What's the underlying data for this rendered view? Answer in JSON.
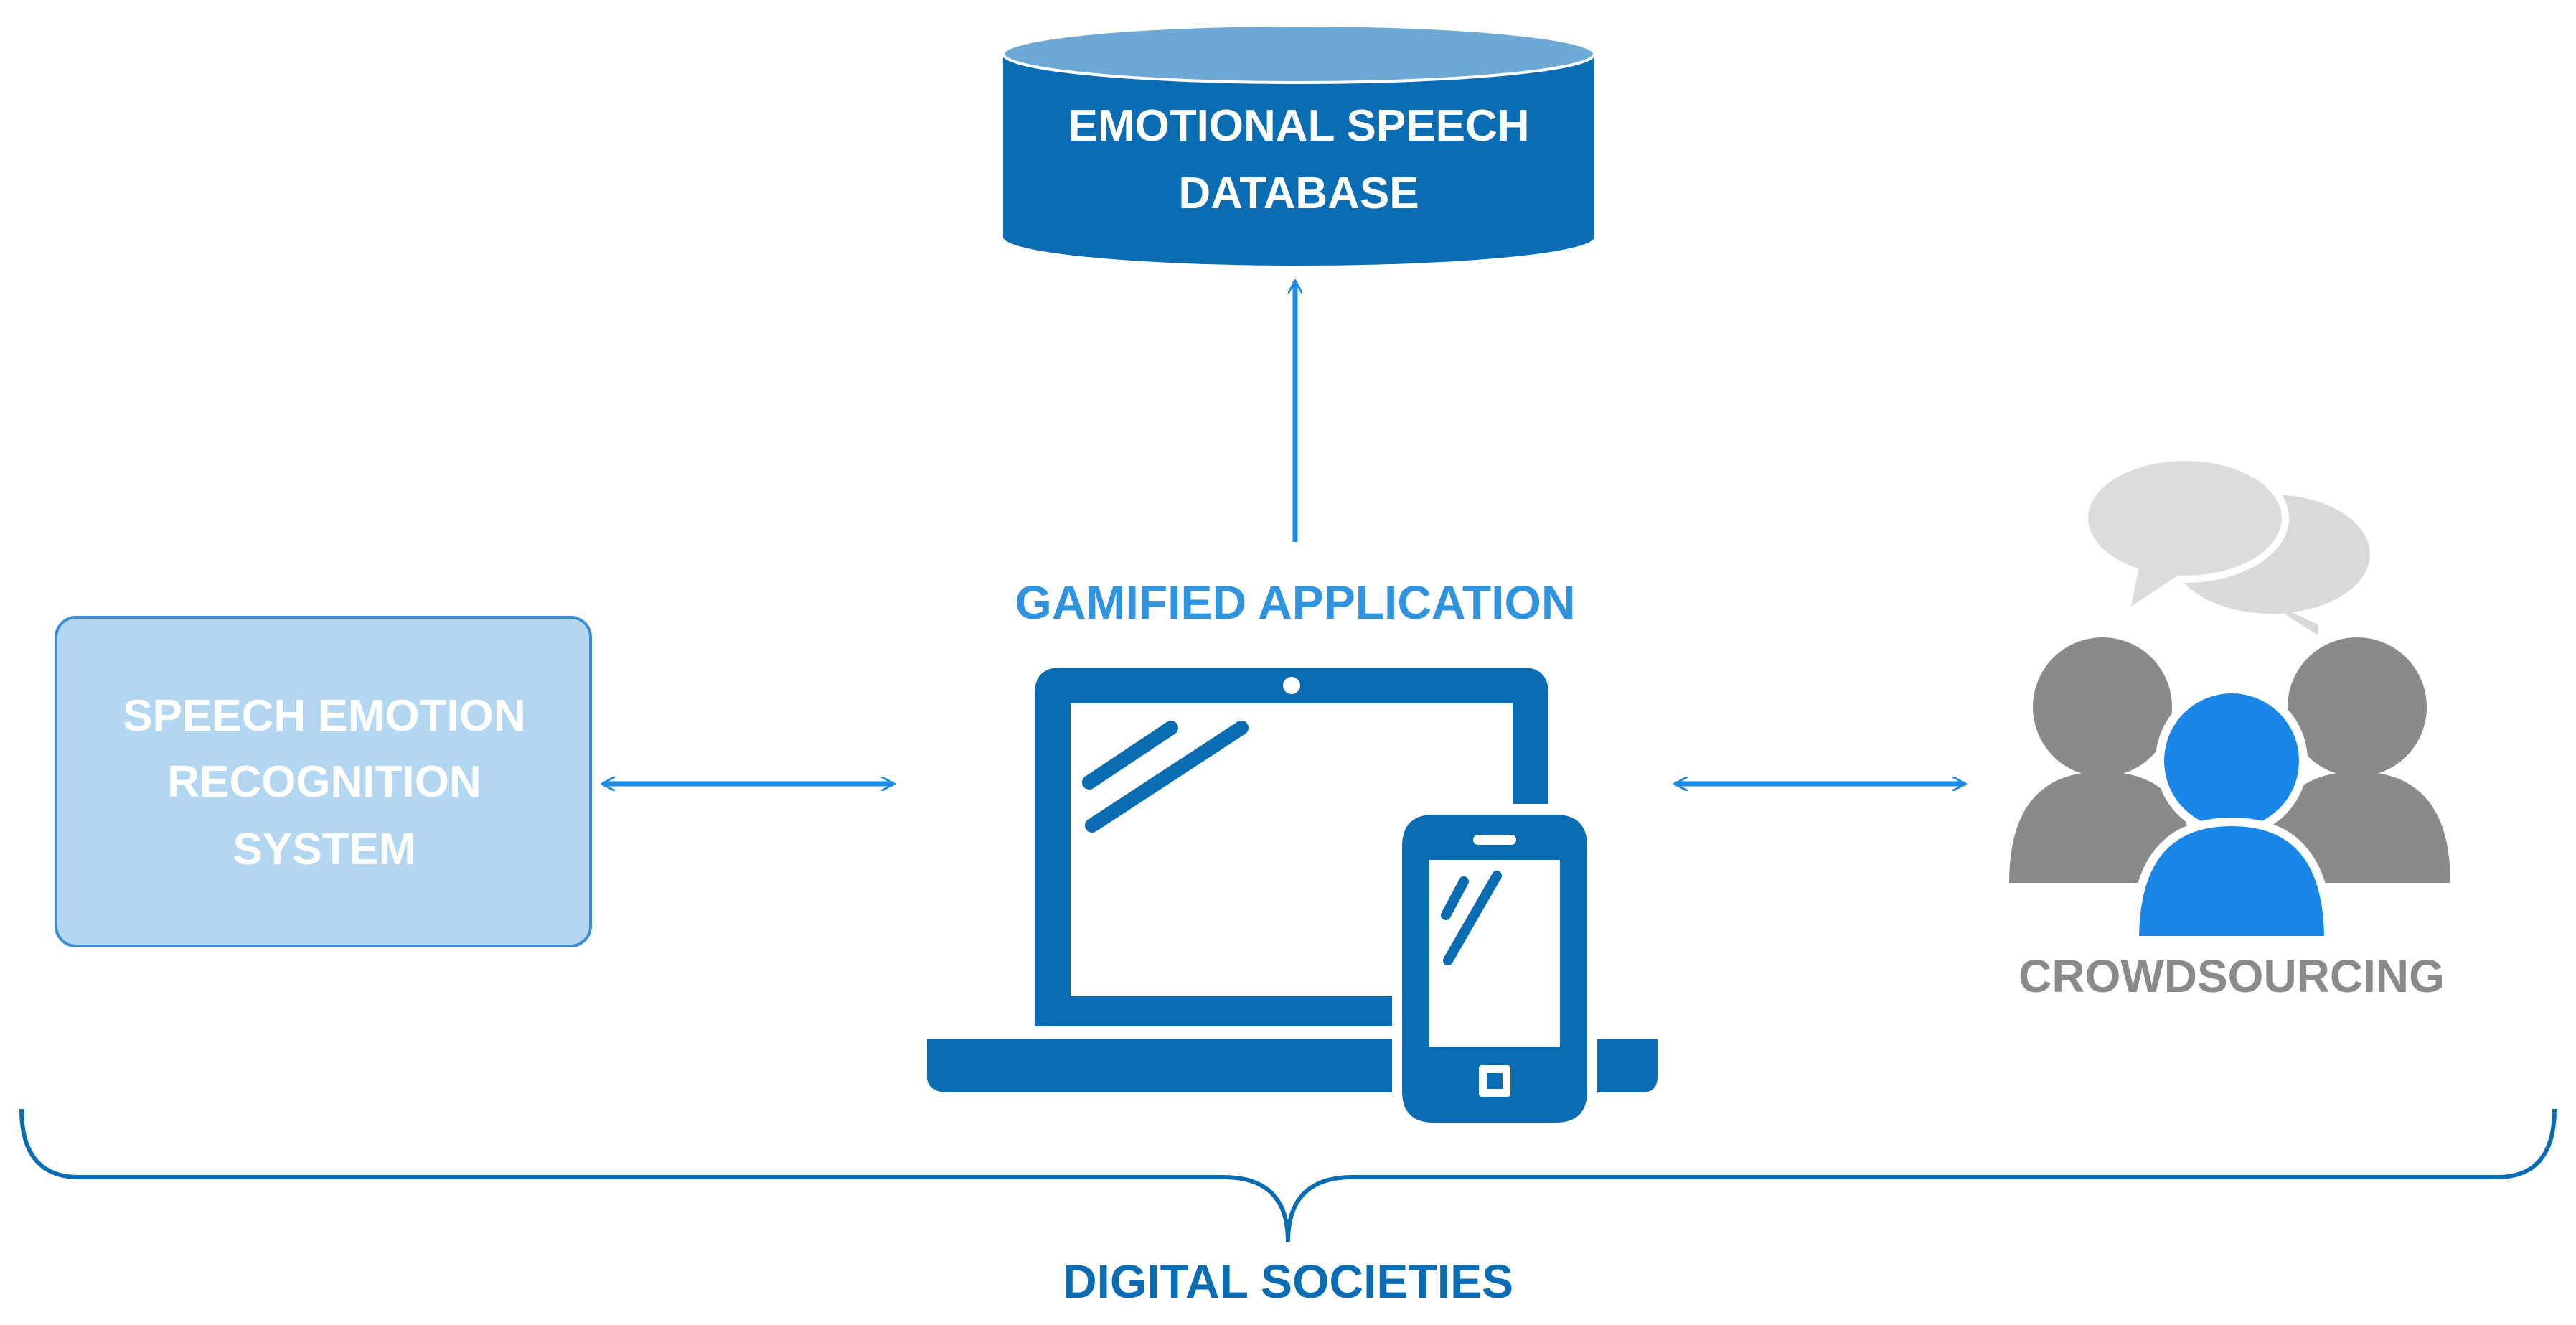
{
  "database": {
    "label_line1": "EMOTIONAL SPEECH",
    "label_line2": "DATABASE"
  },
  "ser_system": {
    "label_line1": "SPEECH EMOTION",
    "label_line2": "RECOGNITION",
    "label_line3": "SYSTEM"
  },
  "application": {
    "label": "GAMIFIED APPLICATION",
    "icon": "laptop-and-smartphone-icon"
  },
  "crowdsourcing": {
    "label": "CROWDSOURCING",
    "icon": "people-with-speech-bubbles-icon"
  },
  "footer": {
    "label": "DIGITAL SOCIETIES"
  },
  "colors": {
    "primary_blue": "#0a6db3",
    "arrow_blue": "#1e8ae0",
    "light_box_fill": "#b3d7f1",
    "light_box_border": "#3a8fd4",
    "person_gray": "#8a8a8a",
    "bubble_gray": "#d9d9d9",
    "person_blue": "#1a86e8"
  }
}
